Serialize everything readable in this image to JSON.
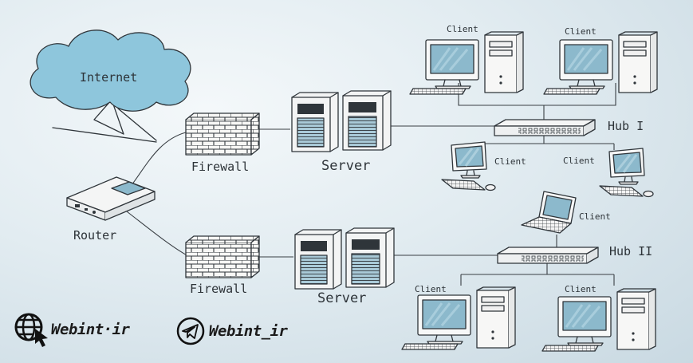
{
  "labels": {
    "internet": "Internet",
    "router": "Router",
    "firewall_top": "Firewall",
    "firewall_bottom": "Firewall",
    "server_top": "Server",
    "server_bottom": "Server",
    "hub_1": "Hub I",
    "hub_2": "Hub II",
    "client_1": "Client",
    "client_2": "Client",
    "client_3": "Client",
    "client_4": "Client",
    "client_5": "Client",
    "client_6": "Client",
    "client_7": "Client"
  },
  "footer": {
    "website": "Webint·ir",
    "telegram": "Webint_ir"
  },
  "icons": {
    "website": "globe-cursor-icon",
    "telegram": "telegram-icon"
  },
  "colors": {
    "cloud": "#8ec6dc",
    "screen": "#8cb9cc",
    "ink": "#2f353a"
  }
}
